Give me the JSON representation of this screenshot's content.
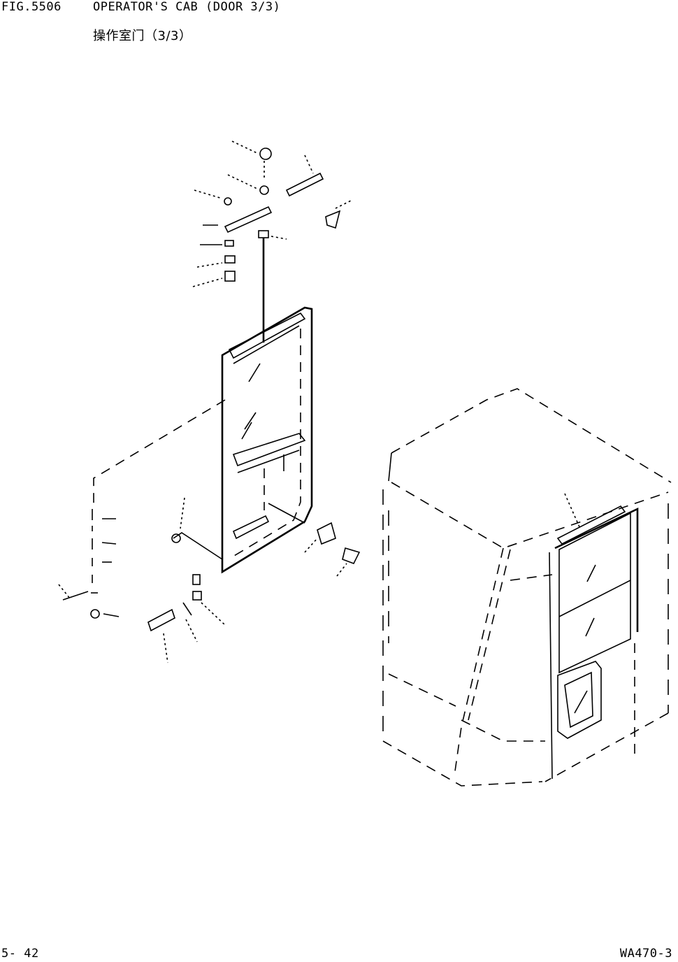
{
  "header": {
    "fig_number": "FIG.5506",
    "title_en": "OPERATOR'S CAB (DOOR 3/3)",
    "title_zh": "操作室门（3/3）"
  },
  "footer": {
    "page_number": "5- 42",
    "model_code": "WA470-3"
  }
}
